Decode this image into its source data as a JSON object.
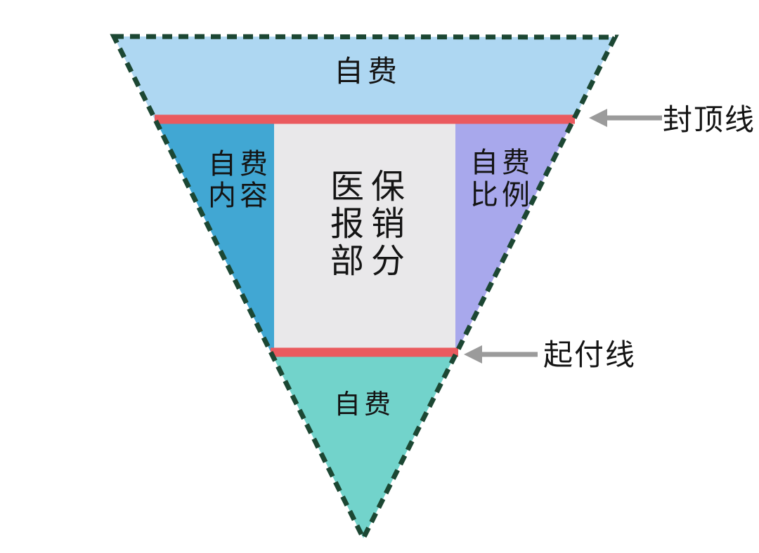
{
  "diagram": {
    "type": "inverted-triangle-funnel",
    "regions": {
      "top": {
        "label": "自费"
      },
      "left": {
        "lines": [
          "自费",
          "内容"
        ]
      },
      "center": {
        "lines": [
          "医保",
          "报销",
          "部分"
        ]
      },
      "right": {
        "lines": [
          "自费",
          "比例"
        ]
      },
      "bottom": {
        "label": "自费"
      }
    },
    "annotations": {
      "cap_line": {
        "label": "封顶线"
      },
      "deductible_line": {
        "label": "起付线"
      }
    },
    "colors": {
      "top_region": "#aed7f2",
      "left_region": "#41a7d3",
      "center_region": "#e9e8ea",
      "right_region": "#a8a8ec",
      "bottom_region": "#72d3cb",
      "threshold_line": "#ea5a5f",
      "border": "#1c4733",
      "arrow": "#9b9b9b",
      "text": "#141414"
    }
  }
}
